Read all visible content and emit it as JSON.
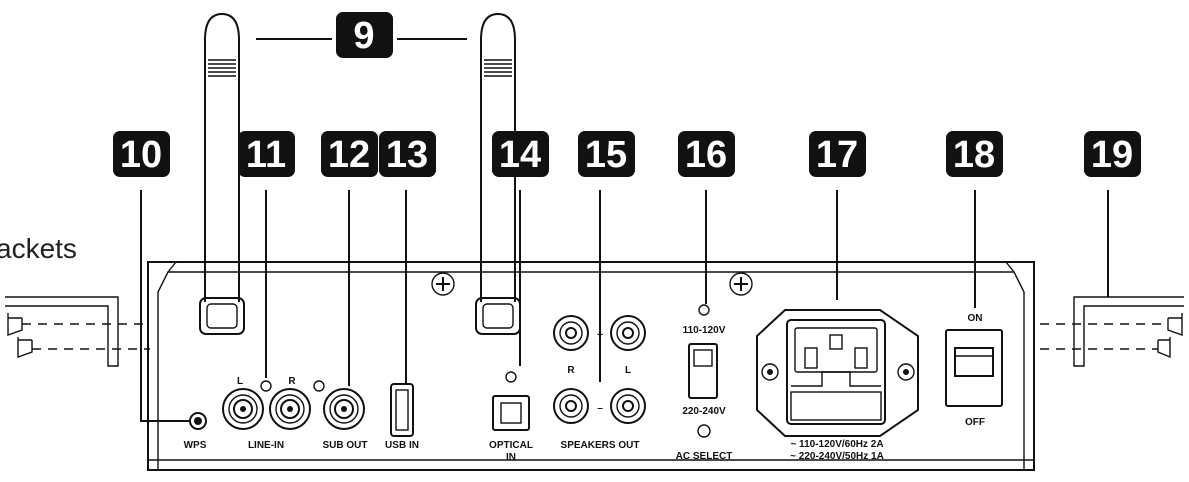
{
  "side_text": "ackets",
  "callouts": [
    "9",
    "10",
    "11",
    "12",
    "13",
    "14",
    "15",
    "16",
    "17",
    "18",
    "19"
  ],
  "panel_labels": {
    "wps": "WPS",
    "line_in": "LINE-IN",
    "line_l": "L",
    "line_r": "R",
    "sub_out": "SUB OUT",
    "usb_in": "USB IN",
    "optical_1": "OPTICAL",
    "optical_2": "IN",
    "speakers_out": "SPEAKERS OUT",
    "spk_r": "R",
    "spk_l": "L",
    "spk_plus": "+",
    "spk_minus": "–",
    "v110": "110-120V",
    "v220": "220-240V",
    "ac_select": "AC SELECT",
    "power_spec_1": "~ 110-120V/60Hz 2A",
    "power_spec_2": "~ 220-240V/50Hz 1A",
    "on": "ON",
    "off": "OFF"
  }
}
